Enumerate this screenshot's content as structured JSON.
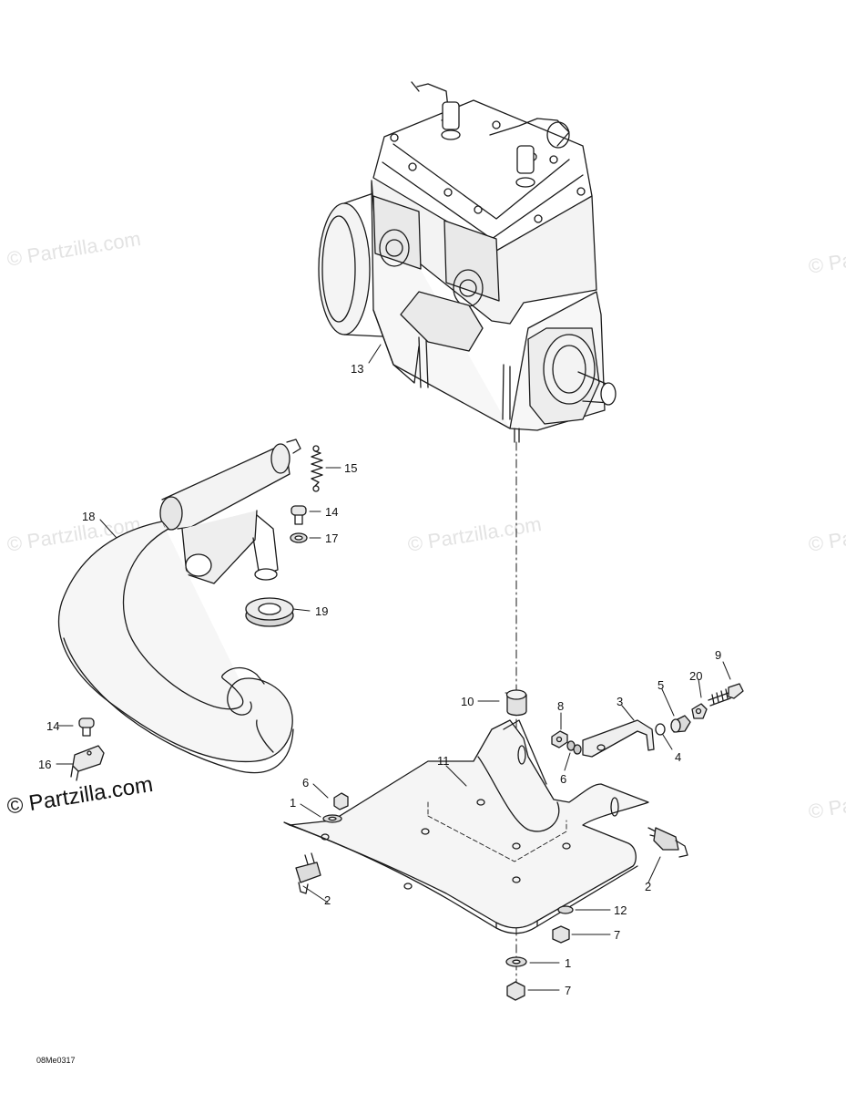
{
  "watermark": "© Partzilla.com",
  "drawing_code": "08Me0317",
  "callouts": {
    "c13": "13",
    "c15": "15",
    "c18": "18",
    "c14a": "14",
    "c17": "17",
    "c19": "19",
    "c9": "9",
    "c20": "20",
    "c5": "5",
    "c10": "10",
    "c8": "8",
    "c3": "3",
    "c14b": "14",
    "c16": "16",
    "c4": "4",
    "c11": "11",
    "c6a": "6",
    "c6b": "6",
    "c1a": "1",
    "c2a": "2",
    "c2b": "2",
    "c12": "12",
    "c7a": "7",
    "c1b": "1",
    "c7b": "7"
  },
  "colors": {
    "line": "#1a1a1a",
    "shade": "#c8c8c8",
    "watermark": "#e3e3e3"
  }
}
